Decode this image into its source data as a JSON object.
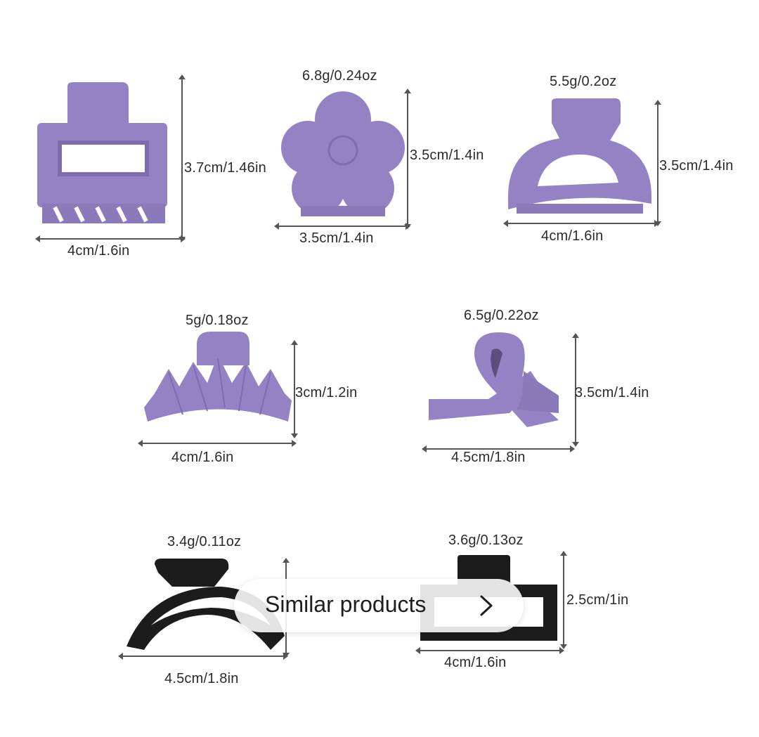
{
  "colors": {
    "purple": "#9483c4",
    "purple_dark": "#7d6cae",
    "black_clip": "#1c1c1c",
    "arrow": "#555555"
  },
  "items": [
    {
      "name": "rectangle-clip",
      "color": "purple",
      "weight": "",
      "height": "3.7cm/1.46in",
      "width": "4cm/1.6in"
    },
    {
      "name": "flower-clip",
      "color": "purple",
      "weight": "6.8g/0.24oz",
      "height": "3.5cm/1.4in",
      "width": "3.5cm/1.4in"
    },
    {
      "name": "half-moon-clip",
      "color": "purple",
      "weight": "5.5g/0.2oz",
      "height": "3.5cm/1.4in",
      "width": "4cm/1.6in"
    },
    {
      "name": "wave-clip",
      "color": "purple",
      "weight": "5g/0.18oz",
      "height": "3cm/1.2in",
      "width": "4cm/1.6in"
    },
    {
      "name": "ribbon-clip",
      "color": "purple",
      "weight": "6.5g/0.22oz",
      "height": "3.5cm/1.4in",
      "width": "4.5cm/1.8in"
    },
    {
      "name": "arc-clip",
      "color": "black",
      "weight": "3.4g/0.11oz",
      "height": "",
      "width": "4.5cm/1.8in"
    },
    {
      "name": "square-black-clip",
      "color": "black",
      "weight": "3.6g/0.13oz",
      "height": "2.5cm/1in",
      "width": "4cm/1.6in"
    }
  ],
  "similar_products": {
    "label": "Similar products",
    "icon": "chevron-right-icon"
  }
}
